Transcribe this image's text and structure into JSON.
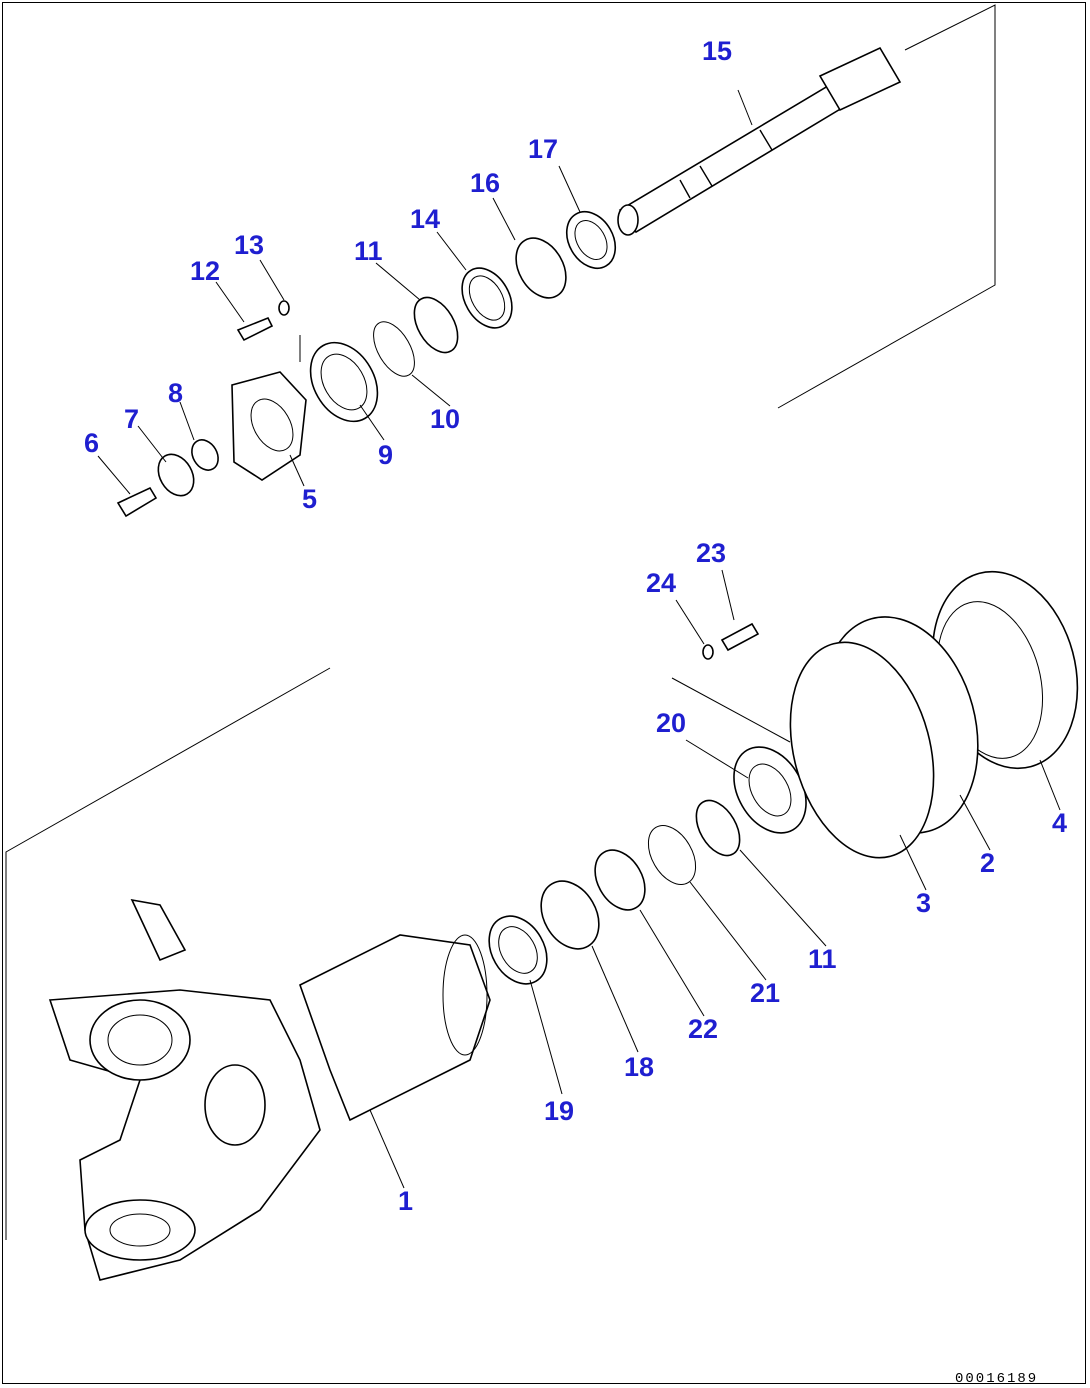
{
  "diagram": {
    "labels": [
      "1",
      "2",
      "3",
      "4",
      "5",
      "6",
      "7",
      "8",
      "9",
      "10",
      "11",
      "12",
      "13",
      "14",
      "15",
      "16",
      "17",
      "18",
      "19",
      "20",
      "21",
      "22",
      "23",
      "24"
    ],
    "label_11_second": "11",
    "drawing_code": "00016189"
  }
}
